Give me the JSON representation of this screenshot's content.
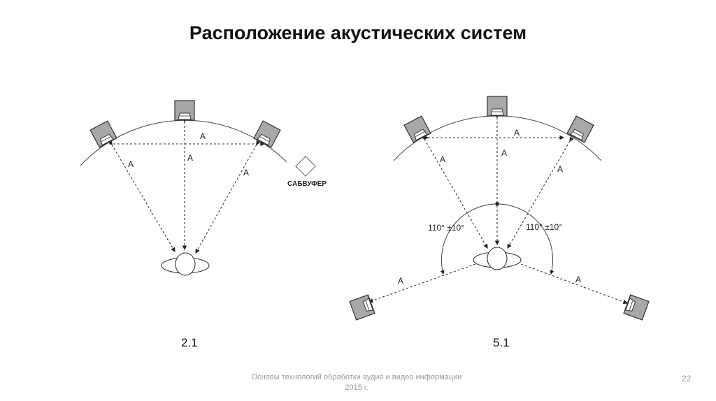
{
  "slide": {
    "title": "Расположение акустических систем",
    "footer_line1": "Основы технологий обработки аудио и видео информации",
    "footer_line2": "2015 г.",
    "page_number": "22"
  },
  "diagram_21": {
    "caption": "2.1",
    "distance_label": "A",
    "subwoofer_label": "САБВУФЕР"
  },
  "diagram_51": {
    "caption": "5.1",
    "distance_label": "A",
    "angle_label": "110° ±10°"
  },
  "colors": {
    "speaker_fill": "#a8a8a8",
    "line": "#333333"
  }
}
